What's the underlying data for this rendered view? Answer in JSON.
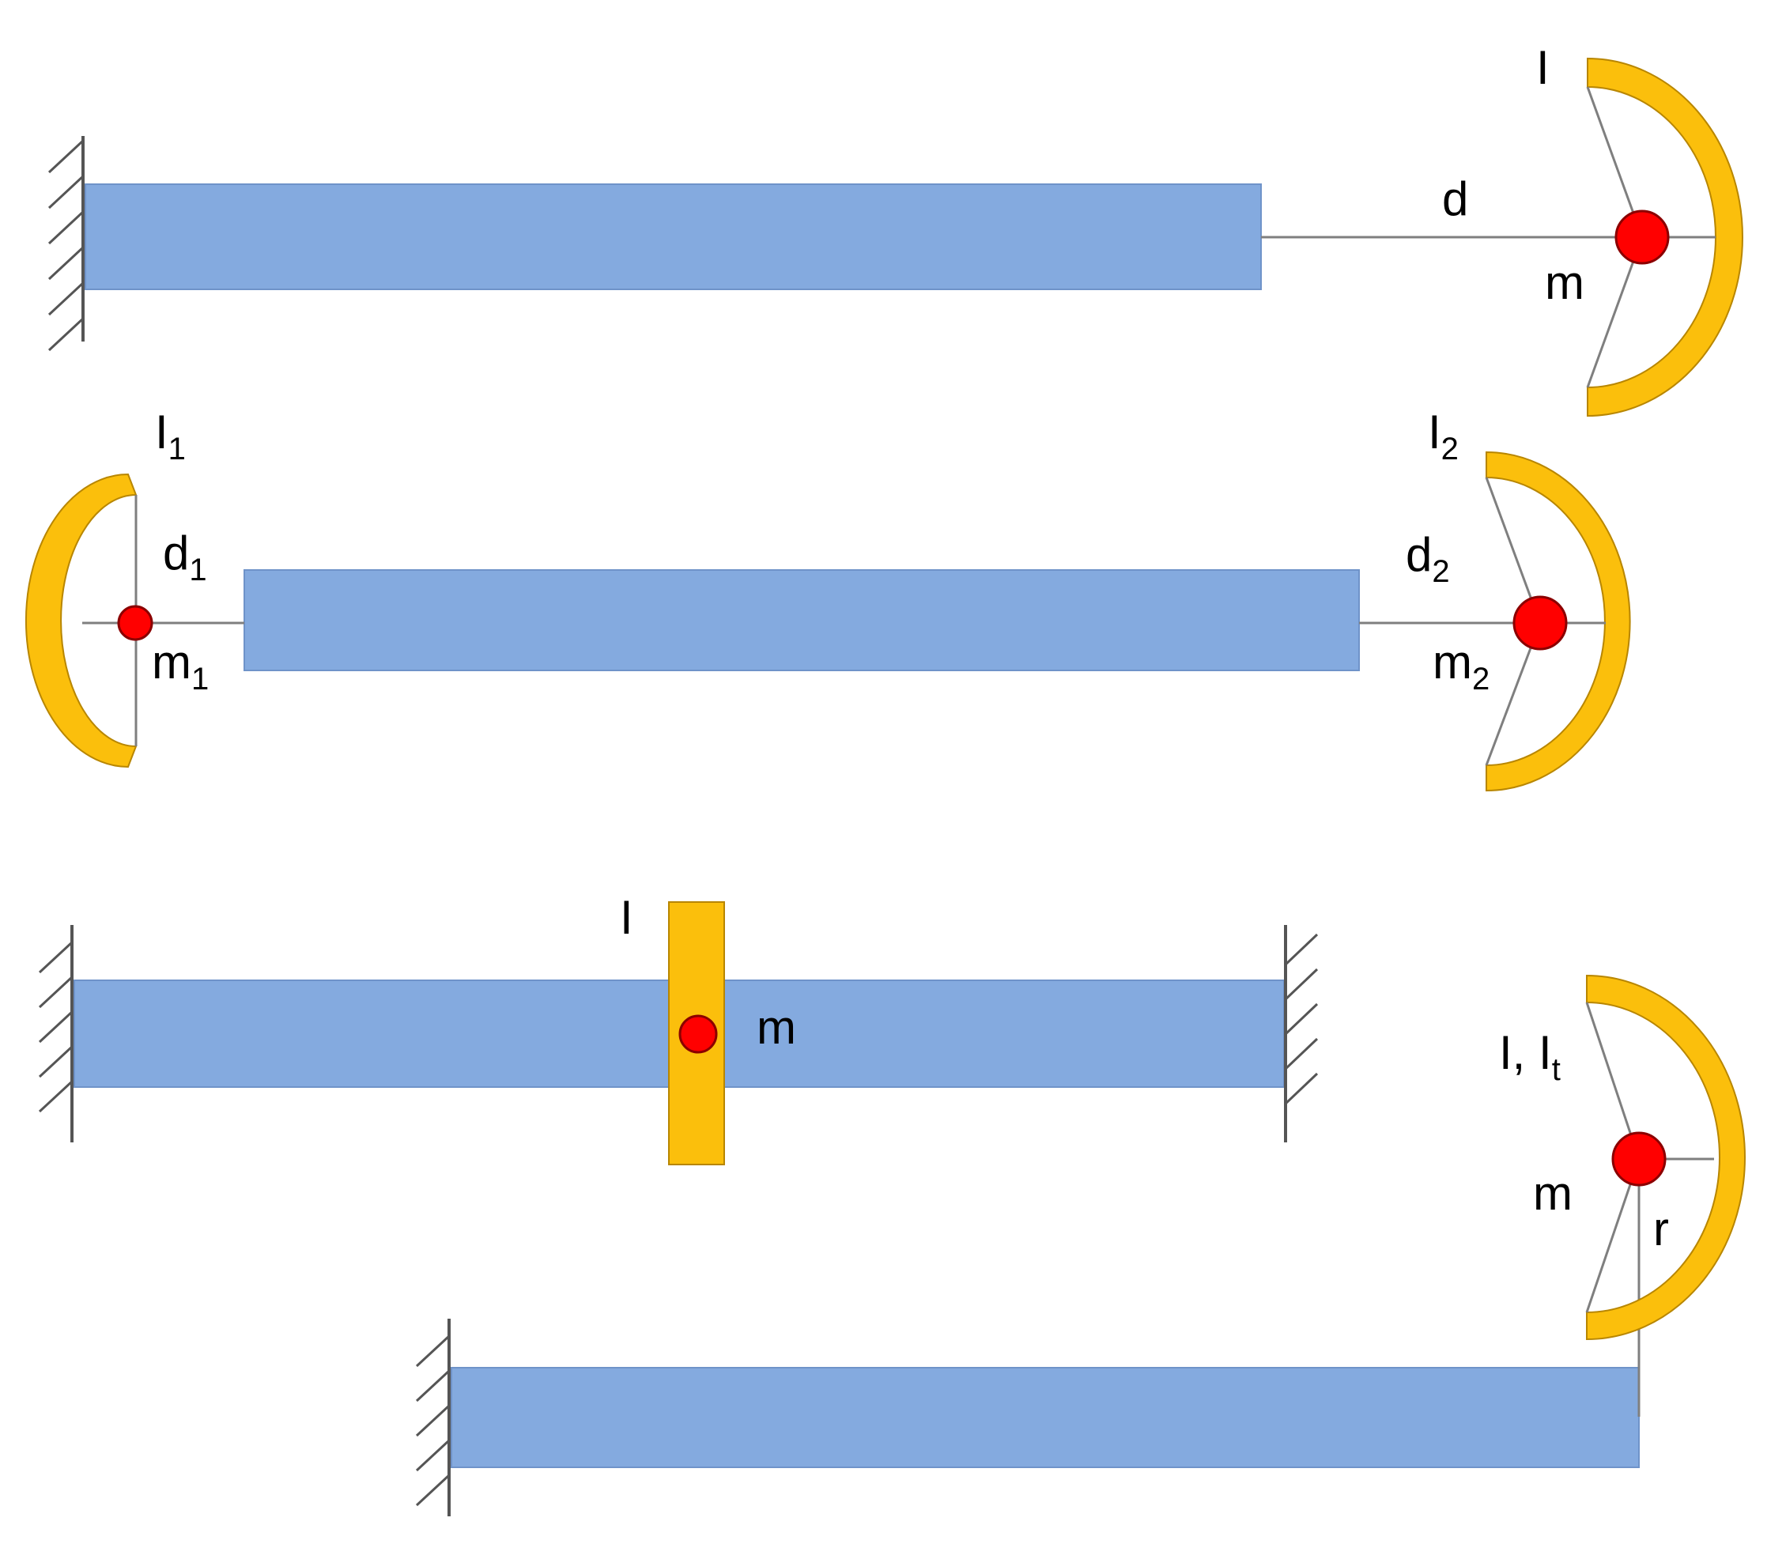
{
  "colors": {
    "beam": "#84aadf",
    "inertia": "#fbbf0c",
    "mass": "#ff0000",
    "line": "#7f7f7f"
  },
  "diagrams": [
    {
      "labels": {
        "inertia": "I",
        "distance": "d",
        "mass": "m"
      }
    },
    {
      "labels": {
        "left_inertia": "I",
        "left_inertia_sub": "1",
        "left_distance": "d",
        "left_distance_sub": "1",
        "left_mass": "m",
        "left_mass_sub": "1",
        "right_inertia": "I",
        "right_inertia_sub": "2",
        "right_distance": "d",
        "right_distance_sub": "2",
        "right_mass": "m",
        "right_mass_sub": "2"
      }
    },
    {
      "labels": {
        "inertia": "I",
        "mass": "m"
      }
    },
    {
      "labels": {
        "inertia": "I, I",
        "inertia_sub": "t",
        "mass": "m",
        "radius": "r"
      }
    }
  ]
}
